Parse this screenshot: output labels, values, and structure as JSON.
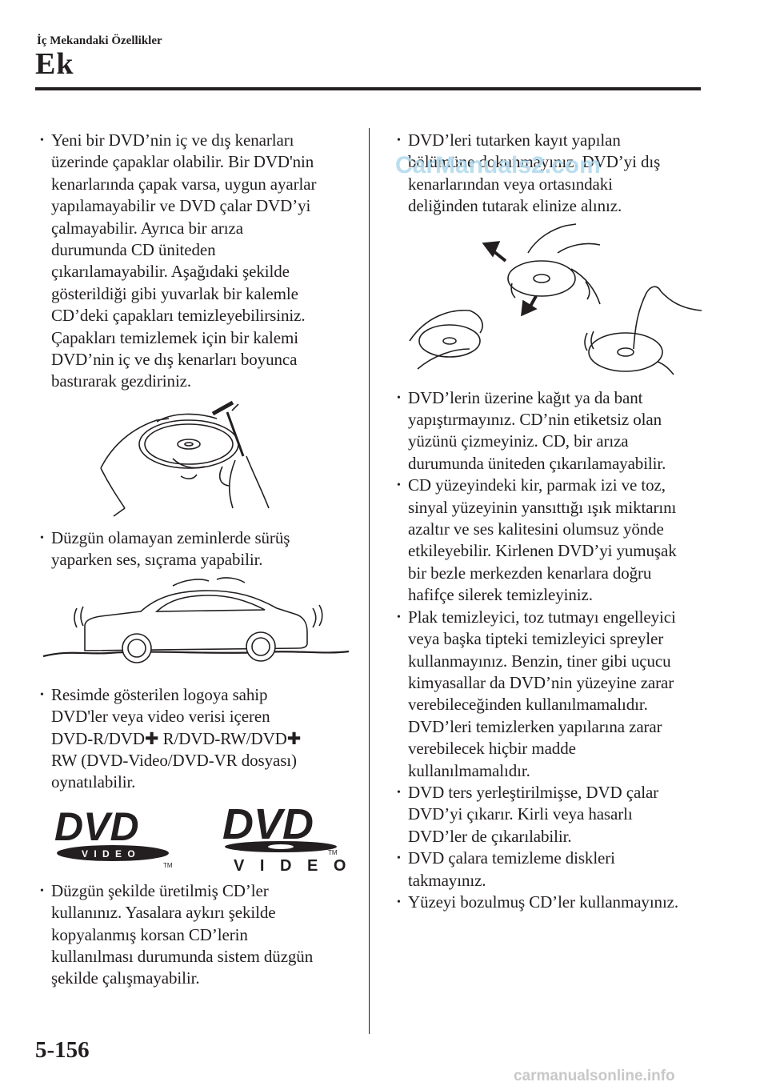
{
  "header": {
    "breadcrumb": "İç Mekandaki Özellikler",
    "section_title": "Ek"
  },
  "left_column": {
    "bullet1": [
      "Yeni bir DVD’nin iç ve dış kenarları",
      "üzerinde çapaklar olabilir. Bir DVD'nin",
      "kenarlarında çapak varsa, uygun ayarlar",
      "yapılamayabilir ve DVD çalar DVD’yi",
      "çalmayabilir. Ayrıca bir arıza",
      "durumunda CD üniteden",
      "çıkarılamayabilir. Aşağıdaki şekilde",
      "gösterildiği gibi yuvarlak bir kalemle",
      "CD’deki çapakları temizleyebilirsiniz.",
      "Çapakları temizlemek için bir kalemi",
      "DVD’nin iç ve dış kenarları boyunca",
      "bastırarak gezdiriniz."
    ],
    "bullet2": [
      "Düzgün olamayan zeminlerde sürüş",
      "yaparken ses, sıçrama yapabilir."
    ],
    "bullet3": [
      "Resimde gösterilen logoya sahip",
      "DVD'ler veya video verisi içeren",
      "DVD-R/DVD✚ R/DVD-RW/DVD✚",
      "RW (DVD-Video/DVD-VR dosyası)",
      "oynatılabilir."
    ],
    "bullet4": [
      "Düzgün şekilde üretilmiş CD’ler",
      "kullanınız. Yasalara aykırı şekilde",
      "kopyalanmış korsan CD’lerin",
      "kullanılması durumunda sistem düzgün",
      "şekilde çalışmayabilir."
    ],
    "logo1": {
      "text": "DVD",
      "sub": "V I D E O",
      "tm": "TM"
    },
    "logo2": {
      "text": "DVD",
      "sub": "V I D E O",
      "tm": "TM"
    }
  },
  "right_column": {
    "bullet1": [
      "DVD’leri tutarken kayıt yapılan",
      "bölümüne dokunmayınız. DVD’yi dış",
      "kenarlarından veya ortasındaki",
      "deliğinden tutarak elinize alınız."
    ],
    "bullet2": [
      "DVD’lerin üzerine kağıt ya da bant",
      "yapıştırmayınız. CD’nin etiketsiz olan",
      "yüzünü çizmeyiniz. CD, bir arıza",
      "durumunda üniteden çıkarılamayabilir."
    ],
    "bullet3": [
      "CD yüzeyindeki kir, parmak izi ve toz,",
      "sinyal yüzeyinin yansıttığı ışık miktarını",
      "azaltır ve ses kalitesini olumsuz yönde",
      "etkileyebilir. Kirlenen DVD’yi yumuşak",
      "bir bezle merkezden kenarlara doğru",
      "hafifçe silerek temizleyiniz."
    ],
    "bullet4": [
      "Plak temizleyici, toz tutmayı engelleyici",
      "veya başka tipteki temizleyici spreyler",
      "kullanmayınız. Benzin, tiner gibi uçucu",
      "kimyasallar da DVD’nin yüzeyine zarar",
      "verebileceğinden kullanılmamalıdır.",
      "DVD’leri temizlerken yapılarına zarar",
      "verebilecek hiçbir madde",
      "kullanılmamalıdır."
    ],
    "bullet5": [
      "DVD ters yerleştirilmişse, DVD çalar",
      "DVD’yi çıkarır. Kirli veya hasarlı",
      "DVD’ler de çıkarılabilir."
    ],
    "bullet6": [
      "DVD çalara temizleme diskleri",
      "takmayınız."
    ],
    "bullet7": [
      "Yüzeyi bozulmuş CD’ler kullanmayınız."
    ]
  },
  "footer": {
    "page_number": "5-156",
    "watermark_top": "CarManuals2.com",
    "watermark_bottom": "carmanualsonline.info"
  }
}
